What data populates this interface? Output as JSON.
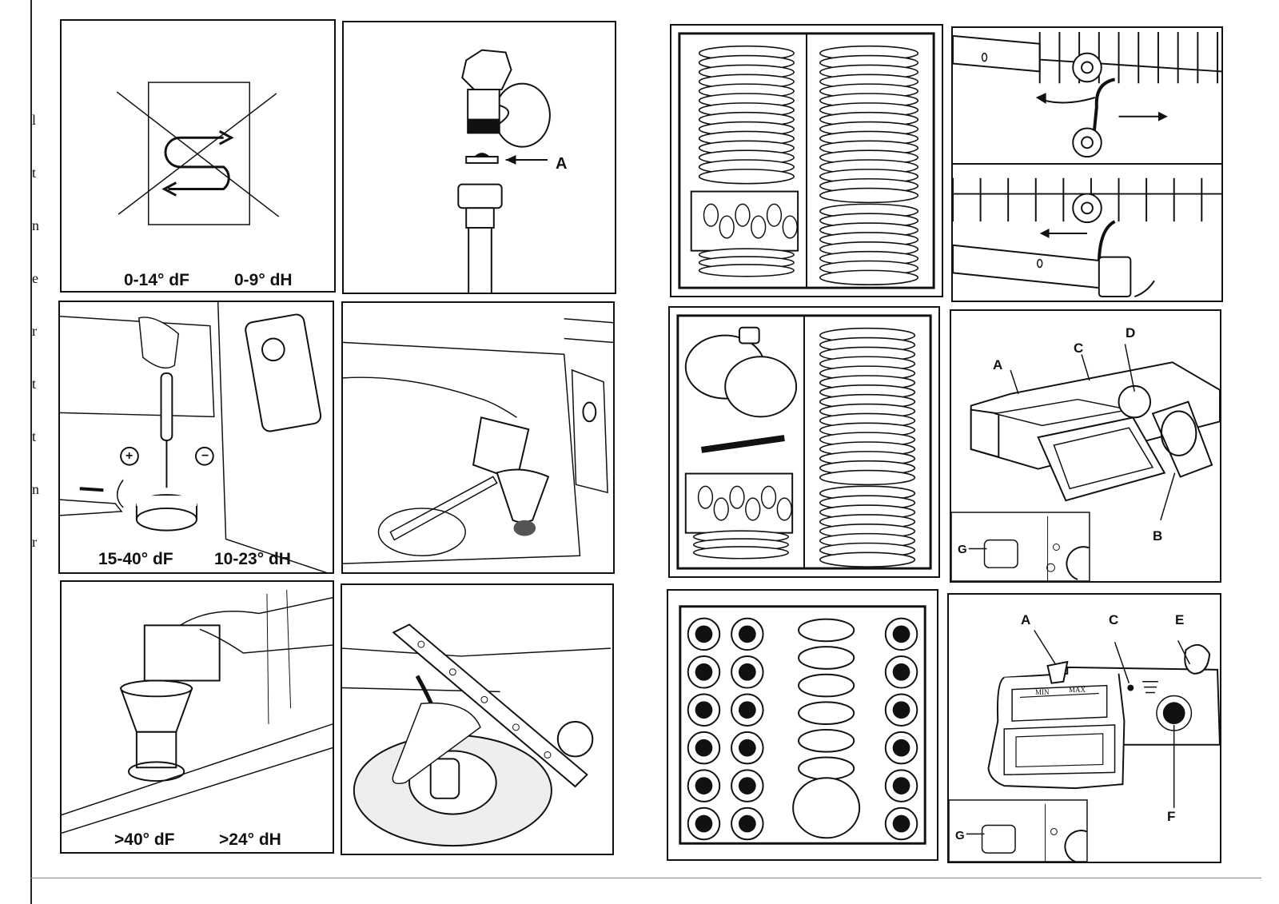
{
  "page": {
    "margin_letters": [
      "l",
      "t",
      "n",
      "e",
      "r",
      "t",
      "t",
      "n",
      "r"
    ]
  },
  "panels": {
    "p1": {
      "name": "water-hardness-no-softener",
      "caption_left": "0-14° dF",
      "caption_right": "0-9° dH"
    },
    "p2": {
      "name": "tap-washer",
      "label_a": "A"
    },
    "p3": {
      "name": "softener-setting",
      "caption_left": "15-40° dF",
      "caption_right": "10-23° dH",
      "plus": "+",
      "minus": "−"
    },
    "p4": {
      "name": "fill-salt-funnel"
    },
    "p5": {
      "name": "salt-container-pour",
      "caption_left": ">40° dF",
      "caption_right": ">24° dH"
    },
    "p6": {
      "name": "remove-spray-arm"
    },
    "p7": {
      "name": "lower-basket-plates"
    },
    "p8": {
      "name": "upper-basket-wheels"
    },
    "p9": {
      "name": "lower-basket-pots"
    },
    "p10": {
      "name": "dispenser-open",
      "labels": {
        "a": "A",
        "b": "B",
        "c": "C",
        "d": "D",
        "g": "G"
      }
    },
    "p11": {
      "name": "upper-basket-cups"
    },
    "p12": {
      "name": "rinse-aid-dispenser",
      "labels": {
        "a": "A",
        "c": "C",
        "e": "E",
        "f": "F",
        "g": "G"
      },
      "min": "MIN",
      "max": "MAX"
    }
  }
}
